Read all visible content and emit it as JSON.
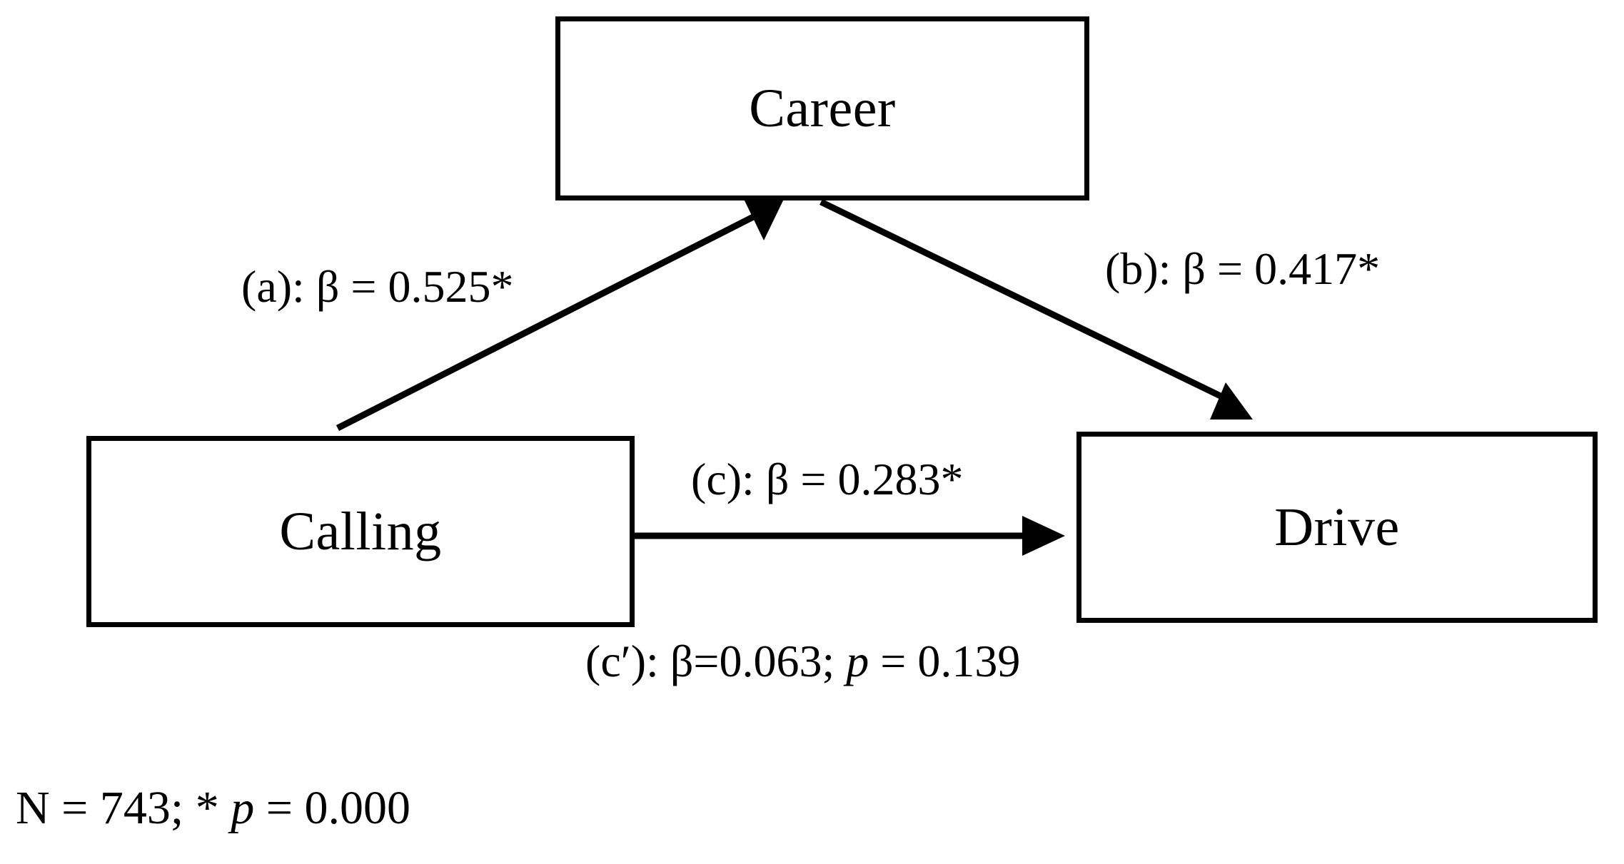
{
  "diagram": {
    "type": "mediation-path-model",
    "nodes": [
      {
        "id": "career",
        "label": "Career"
      },
      {
        "id": "calling",
        "label": "Calling"
      },
      {
        "id": "drive",
        "label": "Drive"
      }
    ],
    "edges": [
      {
        "id": "a",
        "from": "calling",
        "to": "career",
        "label": "(a): β = 0.525*",
        "path_code": "a",
        "beta": 0.525,
        "significant": true
      },
      {
        "id": "b",
        "from": "career",
        "to": "drive",
        "label": "(b): β = 0.417*",
        "path_code": "b",
        "beta": 0.417,
        "significant": true
      },
      {
        "id": "c",
        "from": "calling",
        "to": "drive",
        "label": "(c): β = 0.283*",
        "path_code": "c",
        "beta": 0.283,
        "significant": true
      },
      {
        "id": "c-prime",
        "from": "calling",
        "to": "drive",
        "label_parts": {
          "before": "(c′): β=0.063; ",
          "italic": "p",
          "after": " = 0.139"
        },
        "path_code": "c'",
        "beta": 0.063,
        "p_value": 0.139,
        "significant": false
      }
    ],
    "footnote": {
      "before": "N = 743; * ",
      "italic": "p",
      "after": " = 0.000",
      "sample_size": 743,
      "p_value": 0.0
    },
    "colors": {
      "stroke": "#000000",
      "background": "#ffffff",
      "text": "#000000"
    }
  }
}
